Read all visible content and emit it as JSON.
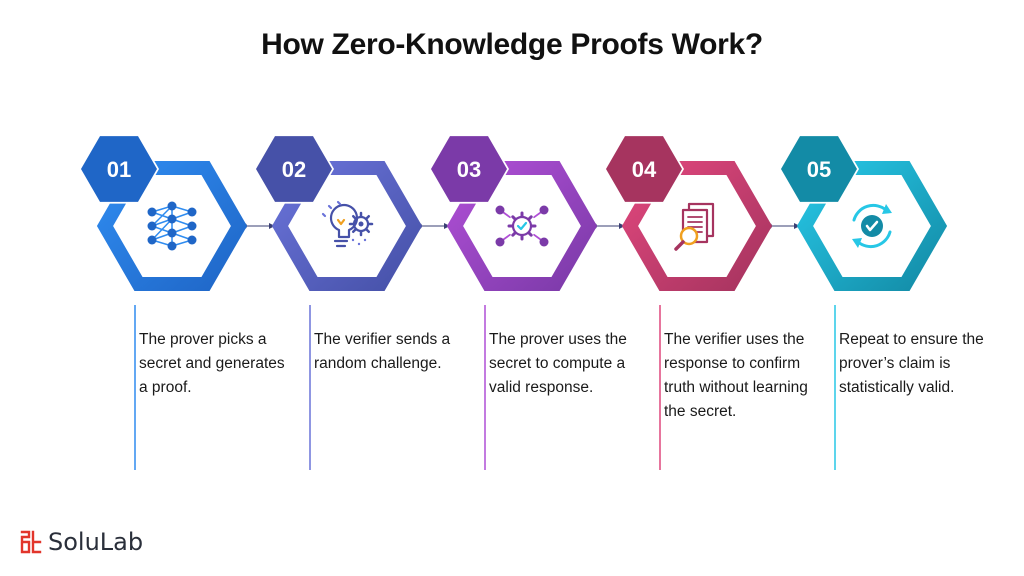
{
  "title": "How Zero-Knowledge Proofs Work?",
  "steps": [
    {
      "number": "01",
      "text": "The prover picks a secret and generates a proof.",
      "icon": "neural-network-icon",
      "color_light": "#2f8cf0",
      "color_dark": "#1f66c7"
    },
    {
      "number": "02",
      "text": "The verifier sends a random challenge.",
      "icon": "lightbulb-gear-icon",
      "color_light": "#6a73d9",
      "color_dark": "#4651a8"
    },
    {
      "number": "03",
      "text": "The prover uses the secret to compute a valid response.",
      "icon": "gear-network-icon",
      "color_light": "#b04fd6",
      "color_dark": "#7b3aa8"
    },
    {
      "number": "04",
      "text": "The verifier uses the response to confirm truth without learning the secret.",
      "icon": "document-search-icon",
      "color_light": "#e0477d",
      "color_dark": "#a6345f"
    },
    {
      "number": "05",
      "text": "Repeat to ensure the prover’s claim is statistically valid.",
      "icon": "refresh-check-icon",
      "color_light": "#27c7e6",
      "color_dark": "#138ba6"
    }
  ],
  "logo": {
    "text": "SoluLab",
    "color": "#e2352b"
  }
}
